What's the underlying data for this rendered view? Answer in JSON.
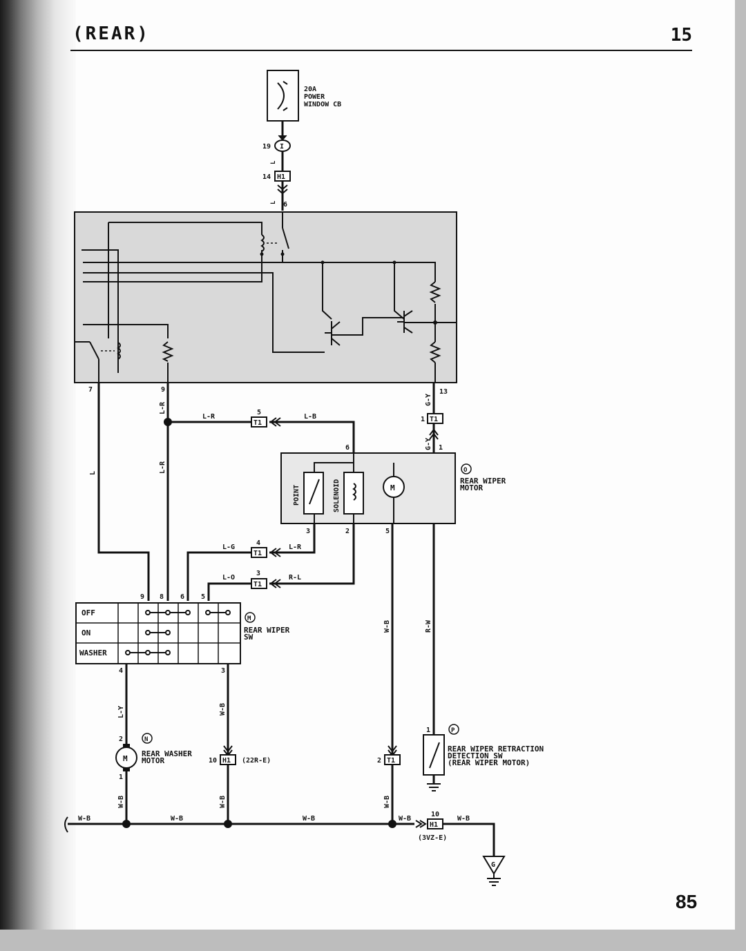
{
  "header": {
    "section": "(REAR)",
    "page_code": "15",
    "page_number": "85"
  },
  "colors": {
    "ink": "#111111",
    "module_fill": "#d9d9d9",
    "paper": "#fdfdfd"
  },
  "circuit_breaker": {
    "lines": [
      "20A",
      "POWER",
      "WINDOW CB"
    ]
  },
  "connectors": {
    "i_pin": "19",
    "i_code": "I",
    "h1_top_pin": "14",
    "h1_code": "H1",
    "relay_pin": "6",
    "t1_5": "5",
    "t1_4": "4",
    "t1_3": "3",
    "t1_1": "1",
    "t1_code": "T1",
    "h1_left_pin": "10",
    "h1_left_note": "(22R-E)",
    "t1_bottom_pin": "2",
    "h1_right_pin": "10",
    "h1_right_note": "(3VZ-E)",
    "relay_pin_7": "7",
    "relay_pin_9": "9",
    "relay_pin_13": "13"
  },
  "wires": {
    "l": "L",
    "lr": "L-R",
    "lb": "L-B",
    "gy": "G-Y",
    "lg": "L-G",
    "lo": "L-O",
    "rl": "R-L",
    "wb": "W-B",
    "rw": "R-W",
    "ly": "L-Y"
  },
  "rear_wiper_motor": {
    "badge": "O",
    "label": [
      "REAR WIPER",
      "MOTOR"
    ],
    "point": "POINT",
    "solenoid": "SOLENOID",
    "motor_symbol": "M",
    "pin6": "6",
    "pin1": "1",
    "pin3": "3",
    "pin2": "2",
    "pin5": "5"
  },
  "rear_wiper_sw": {
    "badge": "M",
    "label": [
      "REAR WIPER",
      "SW"
    ],
    "rows": [
      "OFF",
      "ON",
      "WASHER"
    ],
    "pins": {
      "p9": "9",
      "p8": "8",
      "p6": "6",
      "p5": "5",
      "p4": "4",
      "p3": "3"
    }
  },
  "rear_washer_motor": {
    "badge": "N",
    "label": [
      "REAR WASHER",
      "MOTOR"
    ],
    "motor_symbol": "M",
    "pin2": "2",
    "pin1": "1"
  },
  "retraction_sw": {
    "badge": "P",
    "label": [
      "REAR WIPER RETRACTION",
      "DETECTION SW",
      "(REAR WIPER MOTOR)"
    ],
    "pin1": "1"
  },
  "ground": {
    "label": "G"
  }
}
